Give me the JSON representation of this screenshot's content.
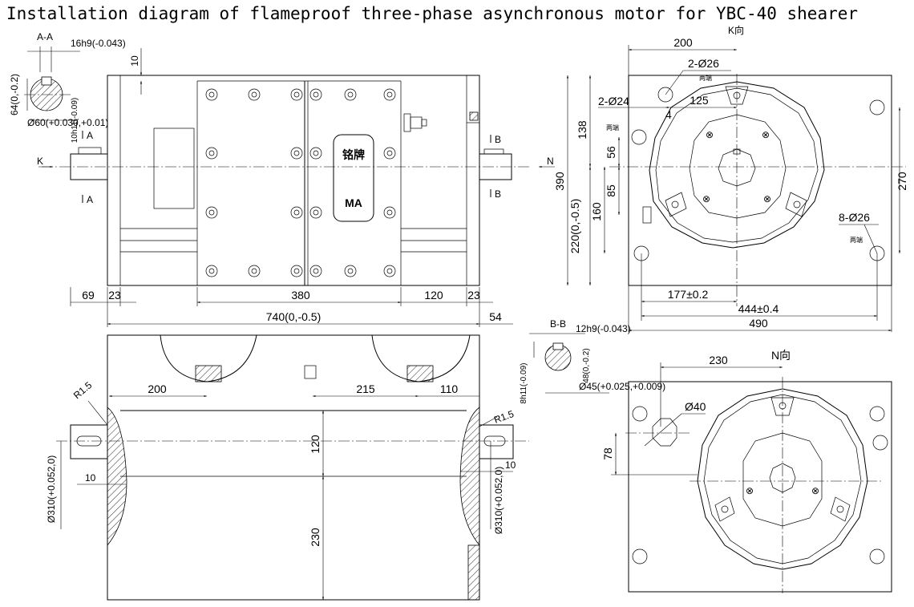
{
  "title": "Installation diagram of flameproof three-phase asynchronous motor for YBC-40 shearer",
  "front_view": {
    "section_aa_label": "A-A",
    "keyway_tol": "16h9(-0.043)",
    "key_height": "64(0,-0.2)",
    "shaft_dia": "Ø60(+0.030,+0.01)",
    "key_10h11": "10h11(-0.09)",
    "dim_10": "10",
    "k_label": "K",
    "a_label": "A",
    "b_label": "B",
    "nameplate": "铭牌",
    "ma": "MA",
    "dim_69": "69",
    "dim_23a": "23",
    "dim_380": "380",
    "dim_120": "120",
    "dim_23b": "23",
    "dim_740": "740(0,-0.5)",
    "dim_54": "54"
  },
  "bottom_view": {
    "r15_left": "R1.5",
    "r15_right": "R1.5",
    "dim_200": "200",
    "dim_215": "215",
    "dim_110": "110",
    "dim_120": "120",
    "dim_230": "230",
    "dim_10_left": "10",
    "dim_10_right": "10",
    "dia_310_left": "Ø310(+0.052,0)",
    "dia_310_right": "Ø310(+0.052,0)"
  },
  "side_view": {
    "k_dir": "K向",
    "n_label": "N",
    "dim_200": "200",
    "holes_2x26": "2-Ø26",
    "both_ends": "两端",
    "holes_2x24": "2-Ø24",
    "dim_125": "125",
    "dim_4": "4",
    "dim_138": "138",
    "dim_56": "56",
    "dim_390": "390",
    "dim_85": "85",
    "dim_160": "160",
    "dim_220": "220(0,-0.5)",
    "dim_270": "270",
    "holes_8x26": "8-Ø26",
    "dim_177": "177±0.2",
    "dim_444": "444±0.4",
    "dim_490": "490"
  },
  "bb_view": {
    "label": "B-B",
    "keyway": "12h9(-0.043)",
    "key_8h11": "8h11(-0.09)",
    "key_48": "48(0,-0.2)",
    "shaft_45": "Ø45(+0.025,+0.009)"
  },
  "n_view": {
    "n_dir": "N向",
    "dim_230": "230",
    "hole_40": "Ø40",
    "dim_78": "78"
  }
}
